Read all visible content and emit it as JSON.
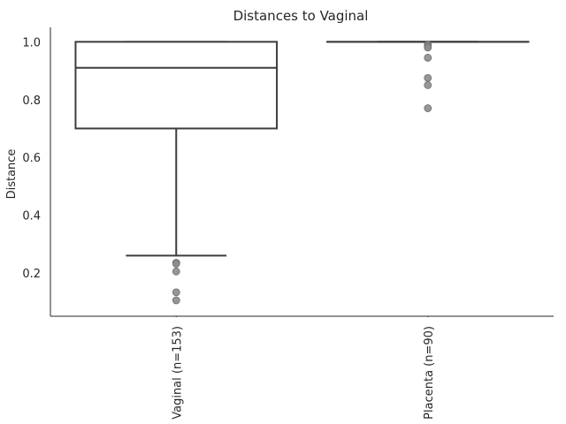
{
  "chart_data": {
    "type": "box",
    "title": "Distances to Vaginal",
    "xlabel": "",
    "ylabel": "Distance",
    "ylim": [
      0.05,
      1.05
    ],
    "yticks": [
      "0.2",
      "0.4",
      "0.6",
      "0.8",
      "1.0"
    ],
    "categories": [
      "Vaginal (n=153)",
      "Placenta (n=90)"
    ],
    "grid": false,
    "boxes": [
      {
        "category": "Vaginal (n=153)",
        "q1": 0.7,
        "median": 0.91,
        "q3": 1.0,
        "whisker_low": 0.26,
        "whisker_high": 1.0,
        "outliers": [
          0.235,
          0.232,
          0.205,
          0.133,
          0.105
        ]
      },
      {
        "category": "Placenta (n=90)",
        "q1": 1.0,
        "median": 1.0,
        "q3": 1.0,
        "whisker_low": 1.0,
        "whisker_high": 1.0,
        "outliers": [
          0.99,
          0.985,
          0.98,
          0.945,
          0.875,
          0.85,
          0.77
        ]
      }
    ],
    "colors": {
      "box_edge": "#3d3d3d",
      "box_fill": "#ffffff",
      "outlier": "#8c8c8c",
      "axis": "#262626"
    }
  }
}
